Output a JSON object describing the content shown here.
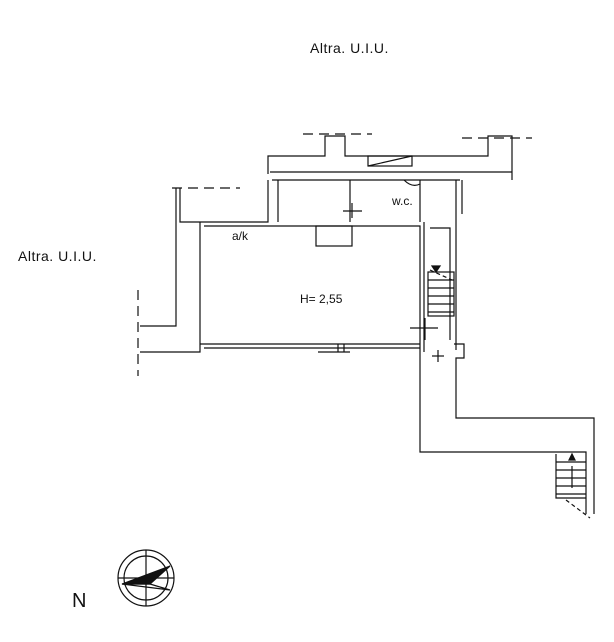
{
  "labels": {
    "other_unit_top": "Altra. U.I.U.",
    "other_unit_left": "Altra. U.I.U.",
    "wc": "w.c.",
    "kitchen": "a/k",
    "height": "H= 2,55",
    "north": "N"
  },
  "icons": {
    "compass": "compass-rose-icon",
    "stair_top": "staircase-icon",
    "stair_bottom": "staircase-icon"
  },
  "colors": {
    "line": "#111111",
    "background": "#ffffff"
  }
}
